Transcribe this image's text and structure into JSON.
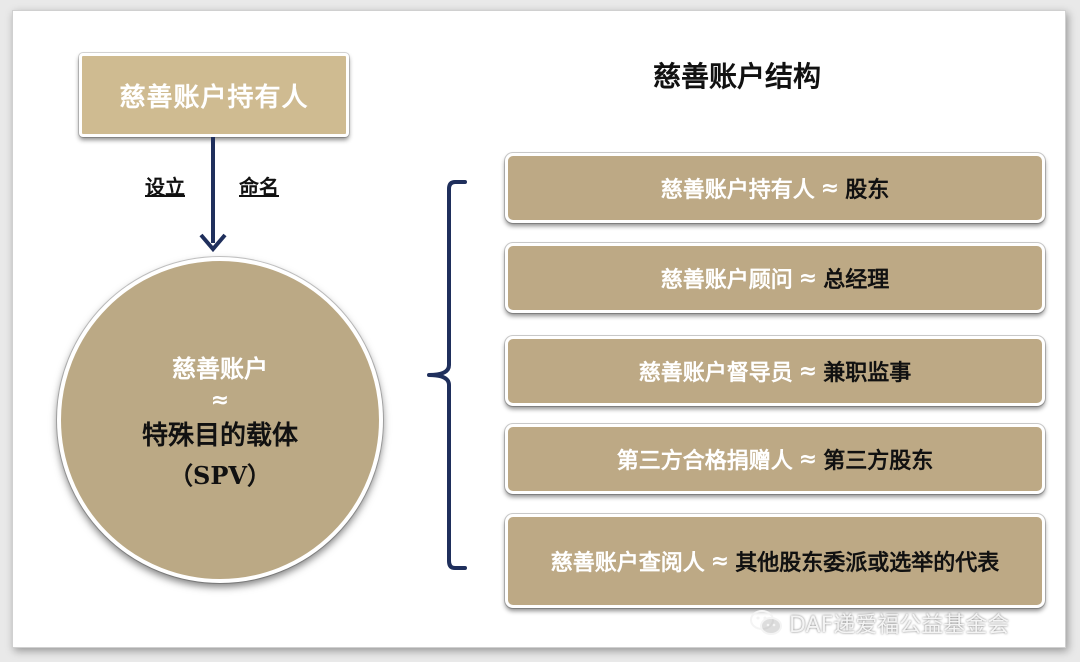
{
  "left": {
    "holder_box": "慈善账户持有人",
    "label_setup": "设立",
    "label_name": "命名",
    "circle": {
      "line1": "慈善账户",
      "line2": "≈",
      "line3": "特殊目的载体",
      "line4": "（SPV）"
    }
  },
  "right": {
    "title": "慈善账户结构",
    "rows": [
      {
        "role": "慈善账户持有人",
        "approx": "≈",
        "equiv": "股东"
      },
      {
        "role": "慈善账户顾问",
        "approx": "≈",
        "equiv": "总经理"
      },
      {
        "role": "慈善账户督导员",
        "approx": "≈",
        "equiv": "兼职监事"
      },
      {
        "role": "第三方合格捐赠人",
        "approx": "≈",
        "equiv": "第三方股东"
      },
      {
        "role": "慈善账户查阅人",
        "approx": "≈",
        "equiv": "其他股东委派或选举的代表"
      }
    ]
  },
  "watermark": {
    "text": "DAF递爱福公益基金会",
    "icon": "wechat-icon"
  },
  "colors": {
    "box_fill": "#bda985",
    "holder_fill": "#cfbb91",
    "connector": "#1f2f5c"
  }
}
